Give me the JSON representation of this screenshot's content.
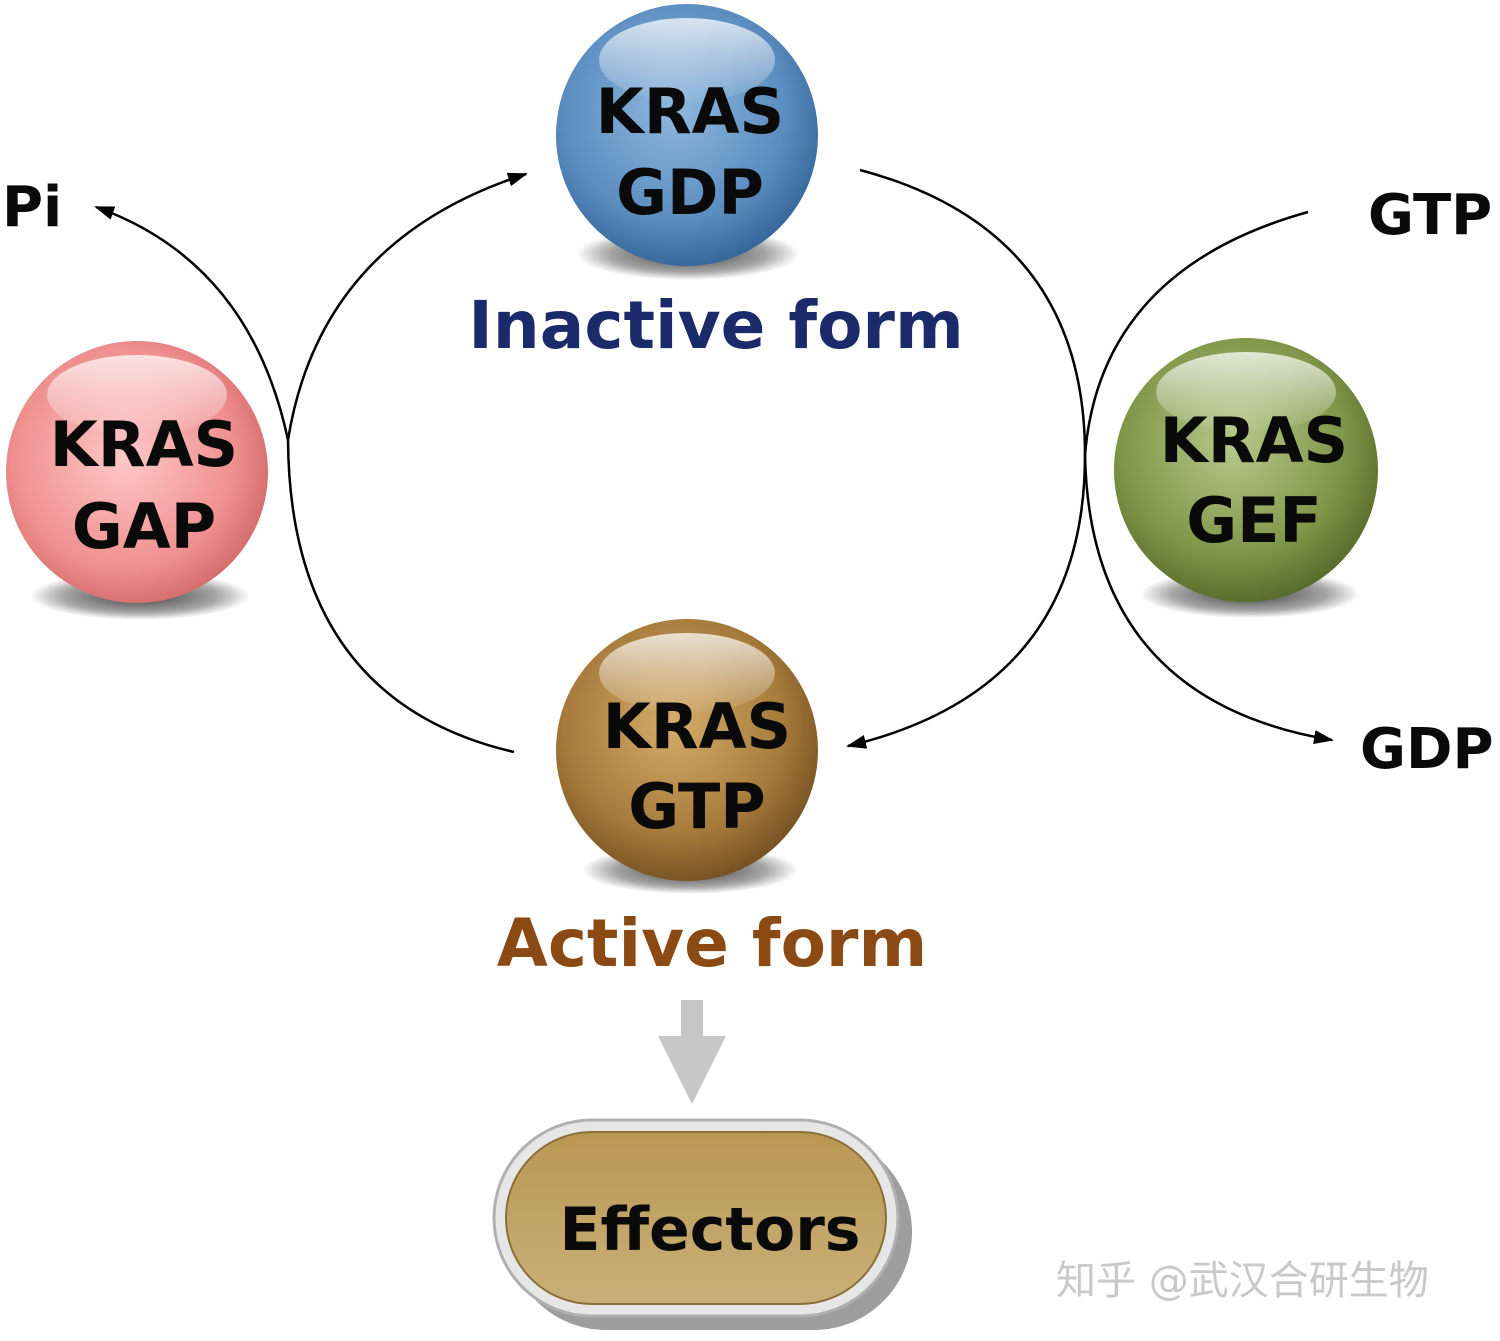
{
  "nodes": {
    "gdp": {
      "line1": "KRAS",
      "line2": "GDP",
      "color": "#5b8dc0"
    },
    "gtp": {
      "line1": "KRAS",
      "line2": "GTP",
      "color": "#a57a3a"
    },
    "gap": {
      "line1": "KRAS",
      "line2": "GAP",
      "color": "#ef8f8f"
    },
    "gef": {
      "line1": "KRAS",
      "line2": "GEF",
      "color": "#7f9648"
    }
  },
  "labels": {
    "inactive": "Inactive form",
    "active": "Active form",
    "pi": "Pi",
    "gtp_in": "GTP",
    "gdp_out": "GDP",
    "effectors": "Effectors",
    "watermark": "知乎 @武汉合研生物"
  },
  "colors": {
    "inactive_text": "#1a2a6b",
    "active_text": "#8b4a14",
    "arrow": "#000000",
    "down_arrow": "#c6c6c6",
    "effectors_fill": "#c0a468"
  }
}
